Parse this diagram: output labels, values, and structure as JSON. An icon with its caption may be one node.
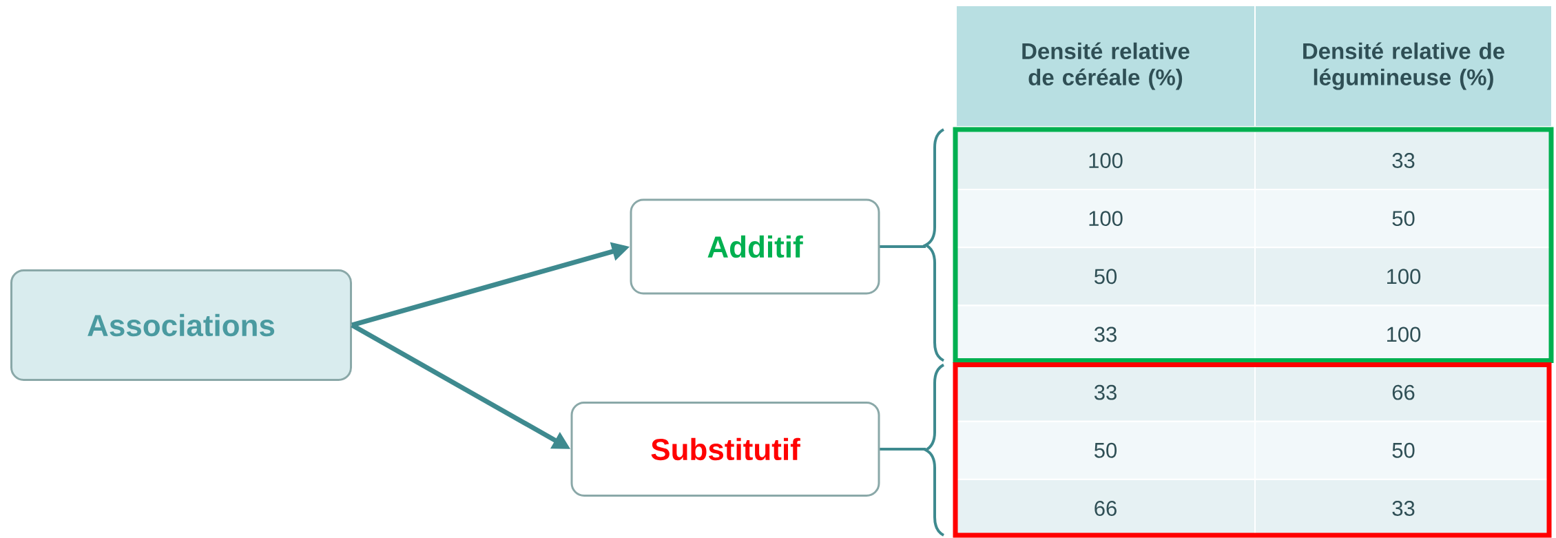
{
  "diagram": {
    "nodes": [
      {
        "text": [
          "Associations"
        ]
      },
      {
        "text": [
          "Additif"
        ]
      },
      {
        "text": [
          "Substitutif"
        ]
      }
    ],
    "edges": [
      {
        "from": 0,
        "to": 1,
        "arrow": "to"
      },
      {
        "from": 0,
        "to": 2,
        "arrow": "to"
      }
    ],
    "labels": [
      "Densité relative de céréale (%)",
      "Densité relative de légumineuse (%)",
      "100",
      "33",
      "100",
      "50",
      "50",
      "100",
      "33",
      "100",
      "33",
      "66",
      "50",
      "50",
      "66",
      "33"
    ]
  }
}
